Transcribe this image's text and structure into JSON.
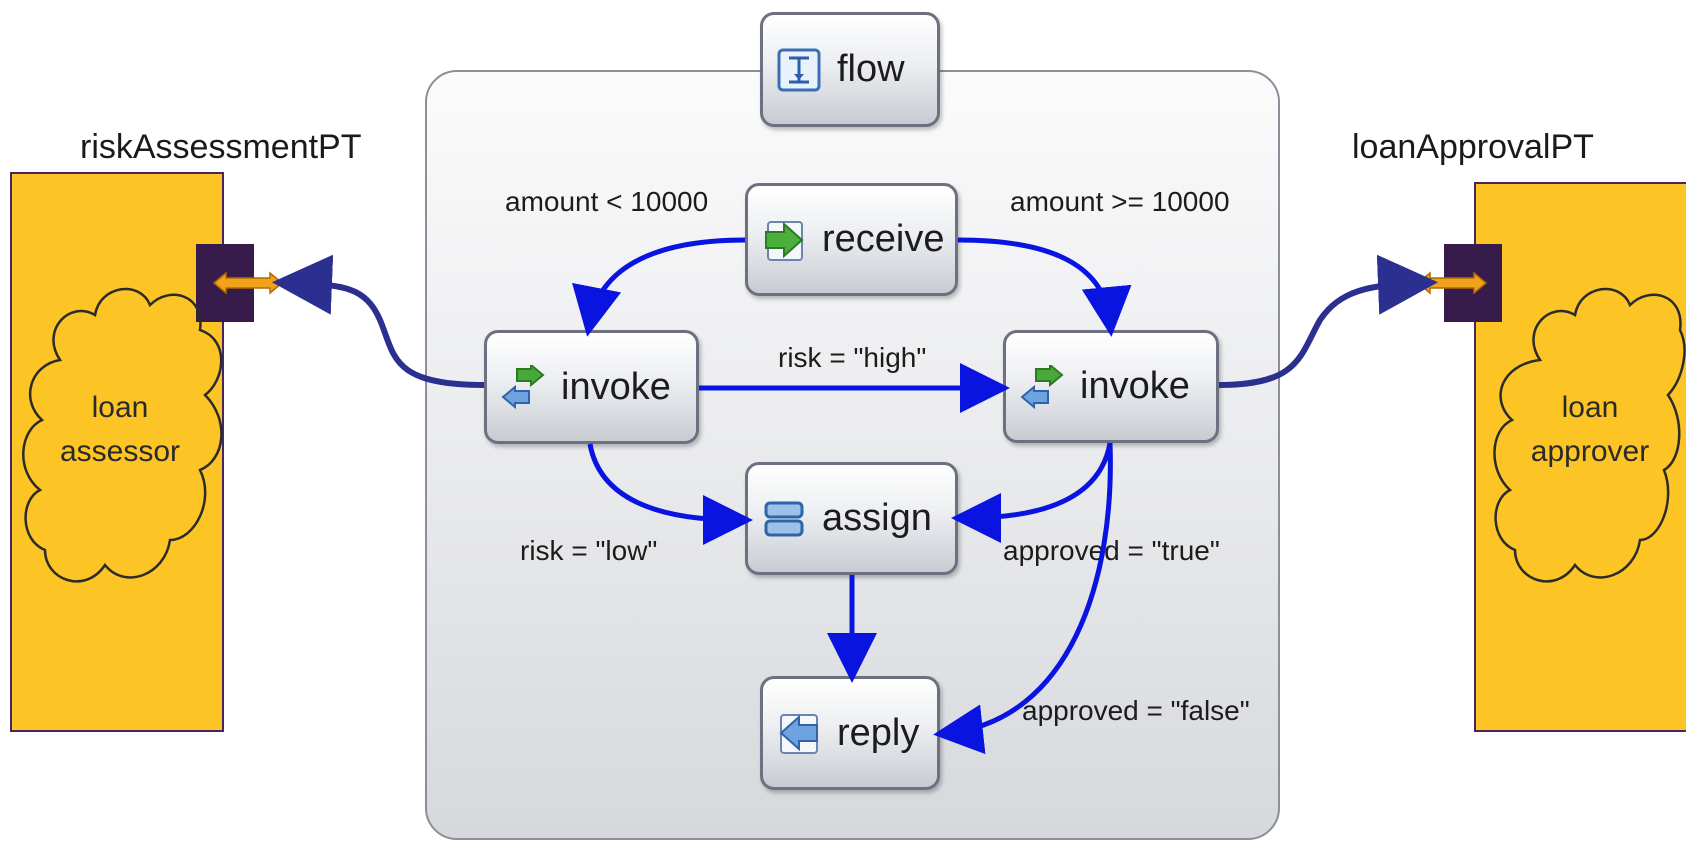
{
  "partners": {
    "left": {
      "heading": "riskAssessmentPT",
      "line1": "loan",
      "line2": "assessor"
    },
    "right": {
      "heading": "loanApprovalPT",
      "line1": "loan",
      "line2": "approver"
    }
  },
  "flow": {
    "label": "flow"
  },
  "nodes": {
    "receive": "receive",
    "invoke_left": "invoke",
    "invoke_right": "invoke",
    "assign": "assign",
    "reply": "reply"
  },
  "edge_labels": {
    "amount_lt": "amount < 10000",
    "amount_gte": "amount >= 10000",
    "risk_high": "risk = \"high\"",
    "risk_low": "risk = \"low\"",
    "approved_true": "approved = \"true\"",
    "approved_false": "approved = \"false\""
  },
  "colors": {
    "partner_fill": "#fcc425",
    "port_fill": "#371b4a",
    "link_arrow": "#0a14e0",
    "partner_link": "#2b2f8f"
  }
}
